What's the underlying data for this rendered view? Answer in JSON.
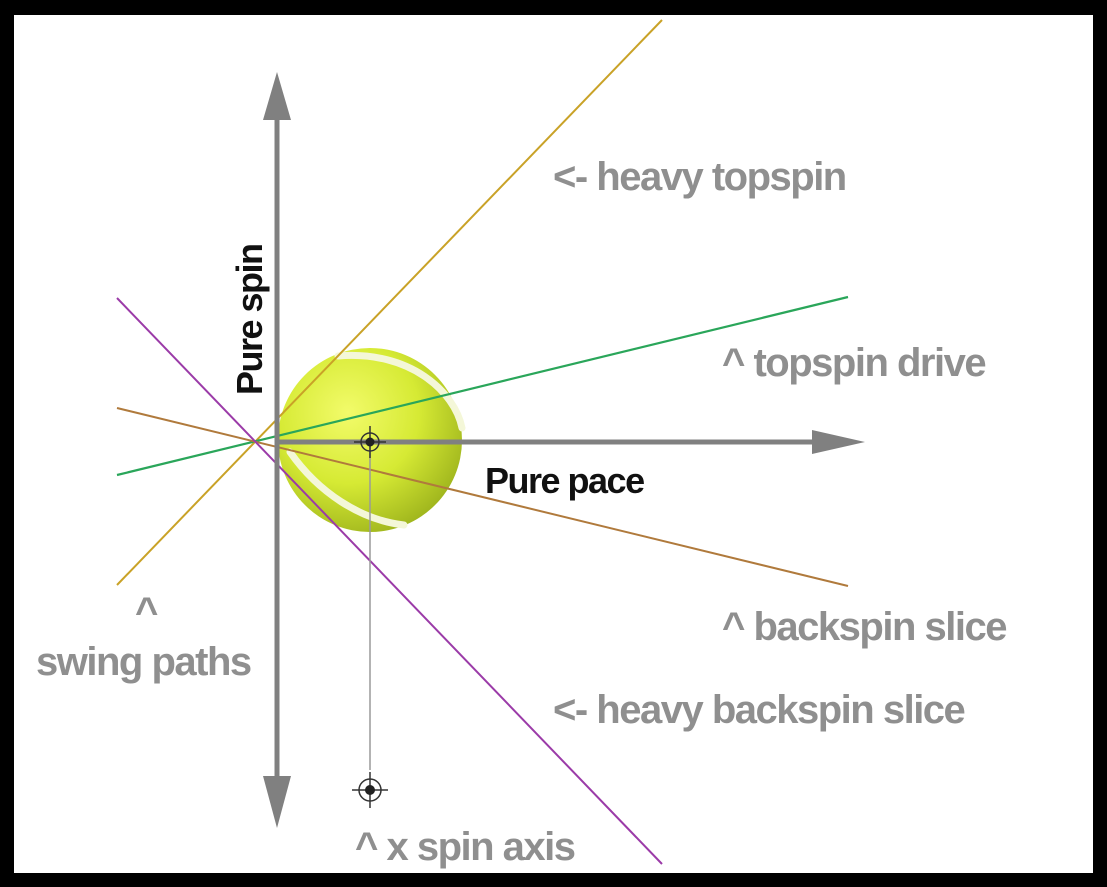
{
  "labels": {
    "heavy_topspin": "<- heavy topspin",
    "topspin_drive": "^ topspin drive",
    "backspin_slice": "^ backspin slice",
    "heavy_backspin_slice": "<- heavy backspin slice",
    "swing_paths_caret": "^",
    "swing_paths": "swing paths",
    "spin_axis": "^ x spin axis",
    "pure_spin": "Pure spin",
    "pure_pace": "Pure pace"
  },
  "colors": {
    "background": "#ffffff",
    "frame": "#000000",
    "axis": "#808080",
    "label": "#8f8f8f",
    "axis_label": "#111111",
    "heavy_topspin_line": "#c9a227",
    "topspin_drive_line": "#2aa65a",
    "backspin_slice_line": "#b07a3c",
    "heavy_backspin_line": "#9b3ba8",
    "ball": "#d9ec3c"
  },
  "icons": {
    "ball_center": "crosshair-target-icon",
    "spin_axis_marker": "crosshair-target-icon"
  }
}
